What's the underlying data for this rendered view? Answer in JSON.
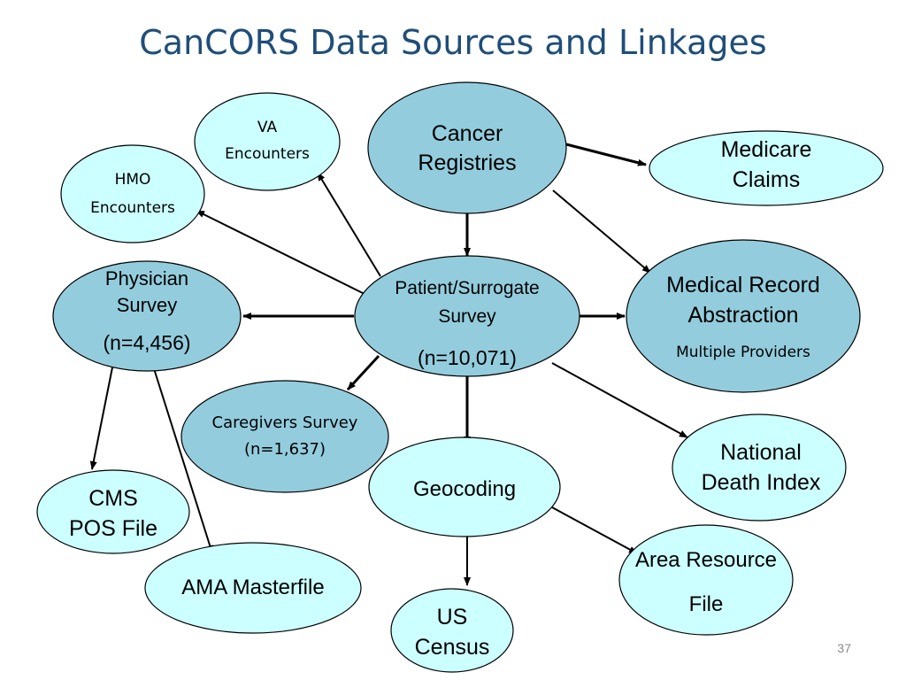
{
  "title": "CanCORS Data Sources and Linkages",
  "page_number": "37",
  "colors": {
    "light_fill": "#CCFFFF",
    "dark_fill": "#93CDDD",
    "title": "#1F4E79"
  },
  "nodes": {
    "registries": {
      "lines": [
        "Cancer",
        "Registries"
      ]
    },
    "va": {
      "lines": [
        "VA",
        "Encounters"
      ]
    },
    "hmo": {
      "lines": [
        "HMO",
        "Encounters"
      ]
    },
    "medicare": {
      "lines": [
        "Medicare",
        "Claims"
      ]
    },
    "physician": {
      "lines": [
        "Physician",
        "Survey",
        "(n=4,456)"
      ]
    },
    "patient": {
      "lines": [
        "Patient/Surrogate",
        "Survey",
        "(n=10,071)"
      ]
    },
    "medrecord": {
      "lines": [
        "Medical Record",
        "Abstraction",
        "Multiple Providers"
      ]
    },
    "caregivers": {
      "lines": [
        "Caregivers Survey",
        "(n=1,637)"
      ]
    },
    "ndi": {
      "lines": [
        "National",
        "Death Index"
      ]
    },
    "geocoding": {
      "lines": [
        "Geocoding"
      ]
    },
    "cms": {
      "lines": [
        "CMS",
        "POS File"
      ]
    },
    "ama": {
      "lines": [
        "AMA Masterfile"
      ]
    },
    "arf": {
      "lines": [
        "Area Resource",
        "File"
      ]
    },
    "census": {
      "lines": [
        "US",
        "Census"
      ]
    }
  }
}
